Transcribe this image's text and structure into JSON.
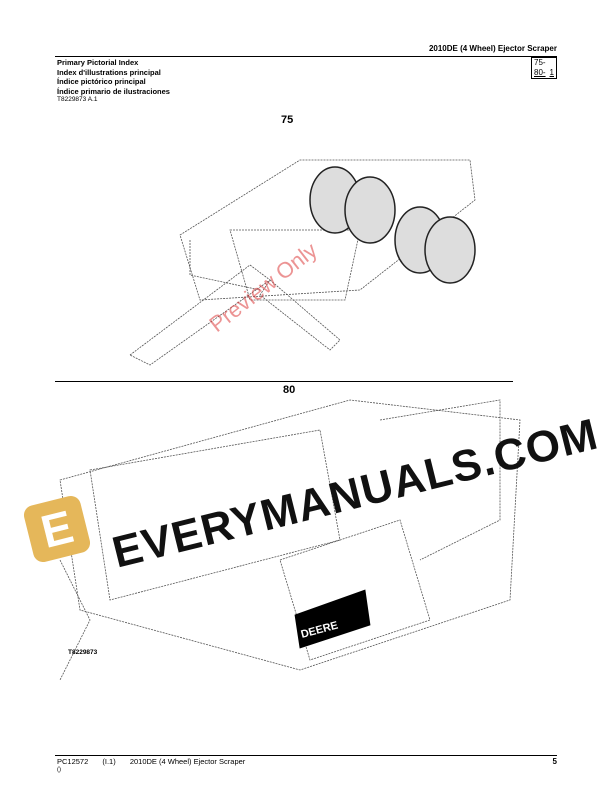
{
  "header": {
    "title": "2010DE (4 Wheel) Ejector Scraper"
  },
  "titles": [
    "Primary Pictorial Index",
    "Index d'illustrations principal",
    "Índice pictórico principal",
    "Índice primario de ilustraciones"
  ],
  "ref_code": "T8229873 A.1",
  "index_box": {
    "rows": [
      {
        "section": "75-",
        "page": ""
      },
      {
        "section": "80-",
        "page": "1"
      }
    ]
  },
  "sections": [
    {
      "label": "75"
    },
    {
      "label": "80"
    }
  ],
  "figure": {
    "ref": "T8229873",
    "decal": "DEERE"
  },
  "watermark": {
    "text": "EVERYMANUALS.COM",
    "logo": "E",
    "preview": "Preview Only"
  },
  "footer": {
    "doc": "PC12572",
    "rev": "(I.1)",
    "title": "2010DE (4 Wheel) Ejector Scraper",
    "sub": "()",
    "page": "5"
  }
}
